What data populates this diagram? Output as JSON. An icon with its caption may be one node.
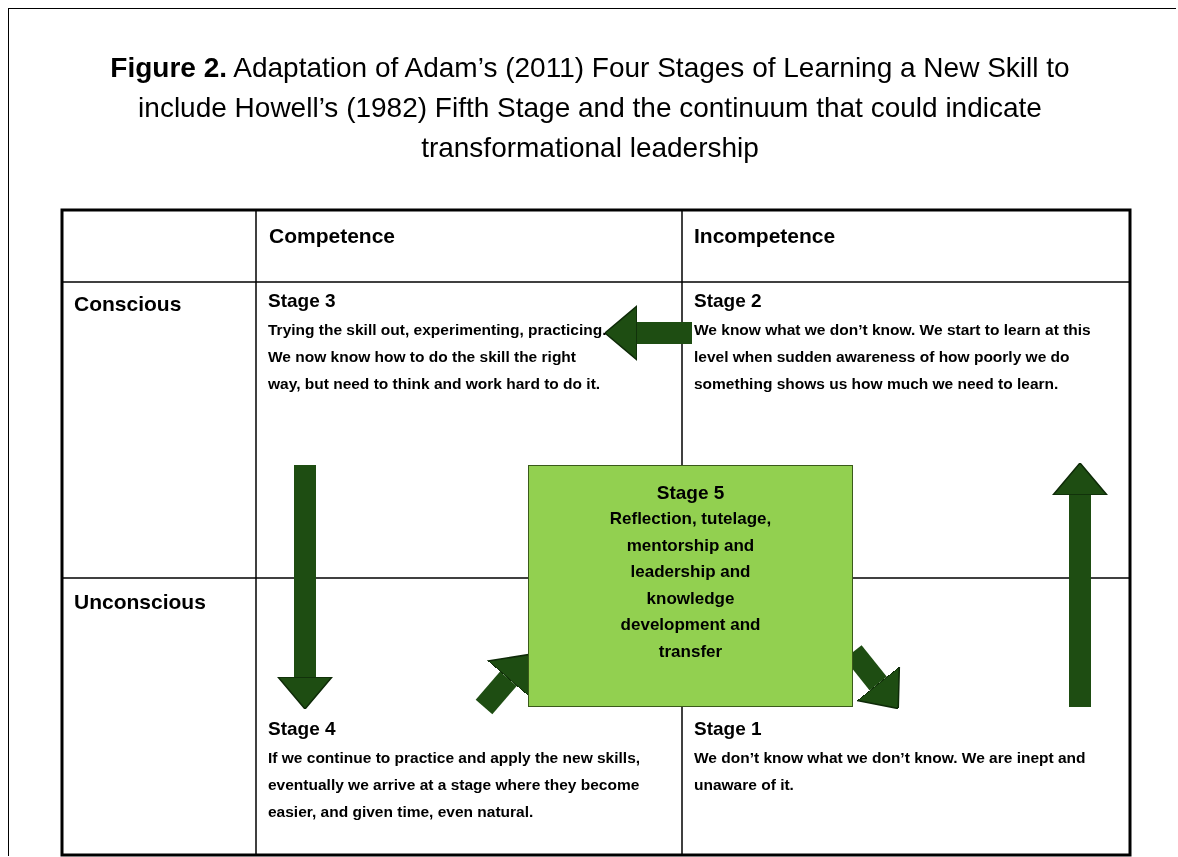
{
  "diagram": {
    "title": "**Figure 2.** Adaptation of Adam’s (2011) Four Stages of Learning a New Skill to include Howell’s (1982) Fifth Stage and the continuum that could indicate transformational leadership",
    "nodes": [
      {
        "text": [
          "Stage 3",
          "Trying the skill out, experimenting, practicing. We now know how to do the skill the right way, but need to think and work hard to do it."
        ]
      },
      {
        "text": [
          "Stage 2",
          "We know what we don’t know. We start to learn at this level when sudden awareness of how poorly we do something shows us how much we need to learn."
        ]
      },
      {
        "text": [
          "Stage 5",
          "Reflection, tutelage, mentorship and leadership and knowledge development and transfer"
        ]
      },
      {
        "text": [
          "Stage 4",
          "If we continue to practice and apply the new skills, eventually we arrive at a stage where they become easier, and given time, even natural."
        ]
      },
      {
        "text": [
          "Stage 1",
          "We don’t know what we don’t know. We are inept and unaware of it."
        ]
      }
    ],
    "edges": [
      {
        "from": 1,
        "to": 0,
        "arrow": "to"
      },
      {
        "from": 0,
        "to": 3,
        "arrow": "to"
      },
      {
        "from": 3,
        "to": 2,
        "arrow": "to"
      },
      {
        "from": 2,
        "to": 4,
        "arrow": "to"
      },
      {
        "from": 4,
        "to": 1,
        "arrow": "to"
      }
    ],
    "labels": [
      "Competence",
      "Incompetence",
      "Conscious",
      "Unconscious"
    ]
  }
}
